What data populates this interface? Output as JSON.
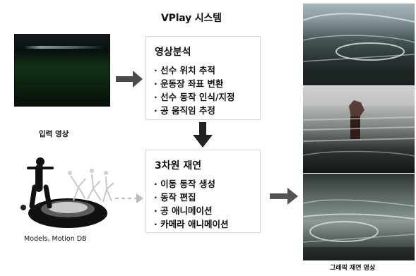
{
  "header": {
    "title": "VPlay 시스템"
  },
  "analysis_box": {
    "title": "영상분석",
    "items": [
      "선수 위치 추적",
      "운동장 좌표 변환",
      "선수 동작 인식/지정",
      "공 움직임 추정"
    ]
  },
  "reconstruction_box": {
    "title": "3차원 재연",
    "items": [
      "이동 동작 생성",
      "동작 편집",
      "공 애니메이션",
      "카메라 애니메이션"
    ]
  },
  "labels": {
    "input_video": "입력 영상",
    "models": "Models, Motion DB",
    "graphic_reconstruction": "그래픽 재연 영상"
  }
}
